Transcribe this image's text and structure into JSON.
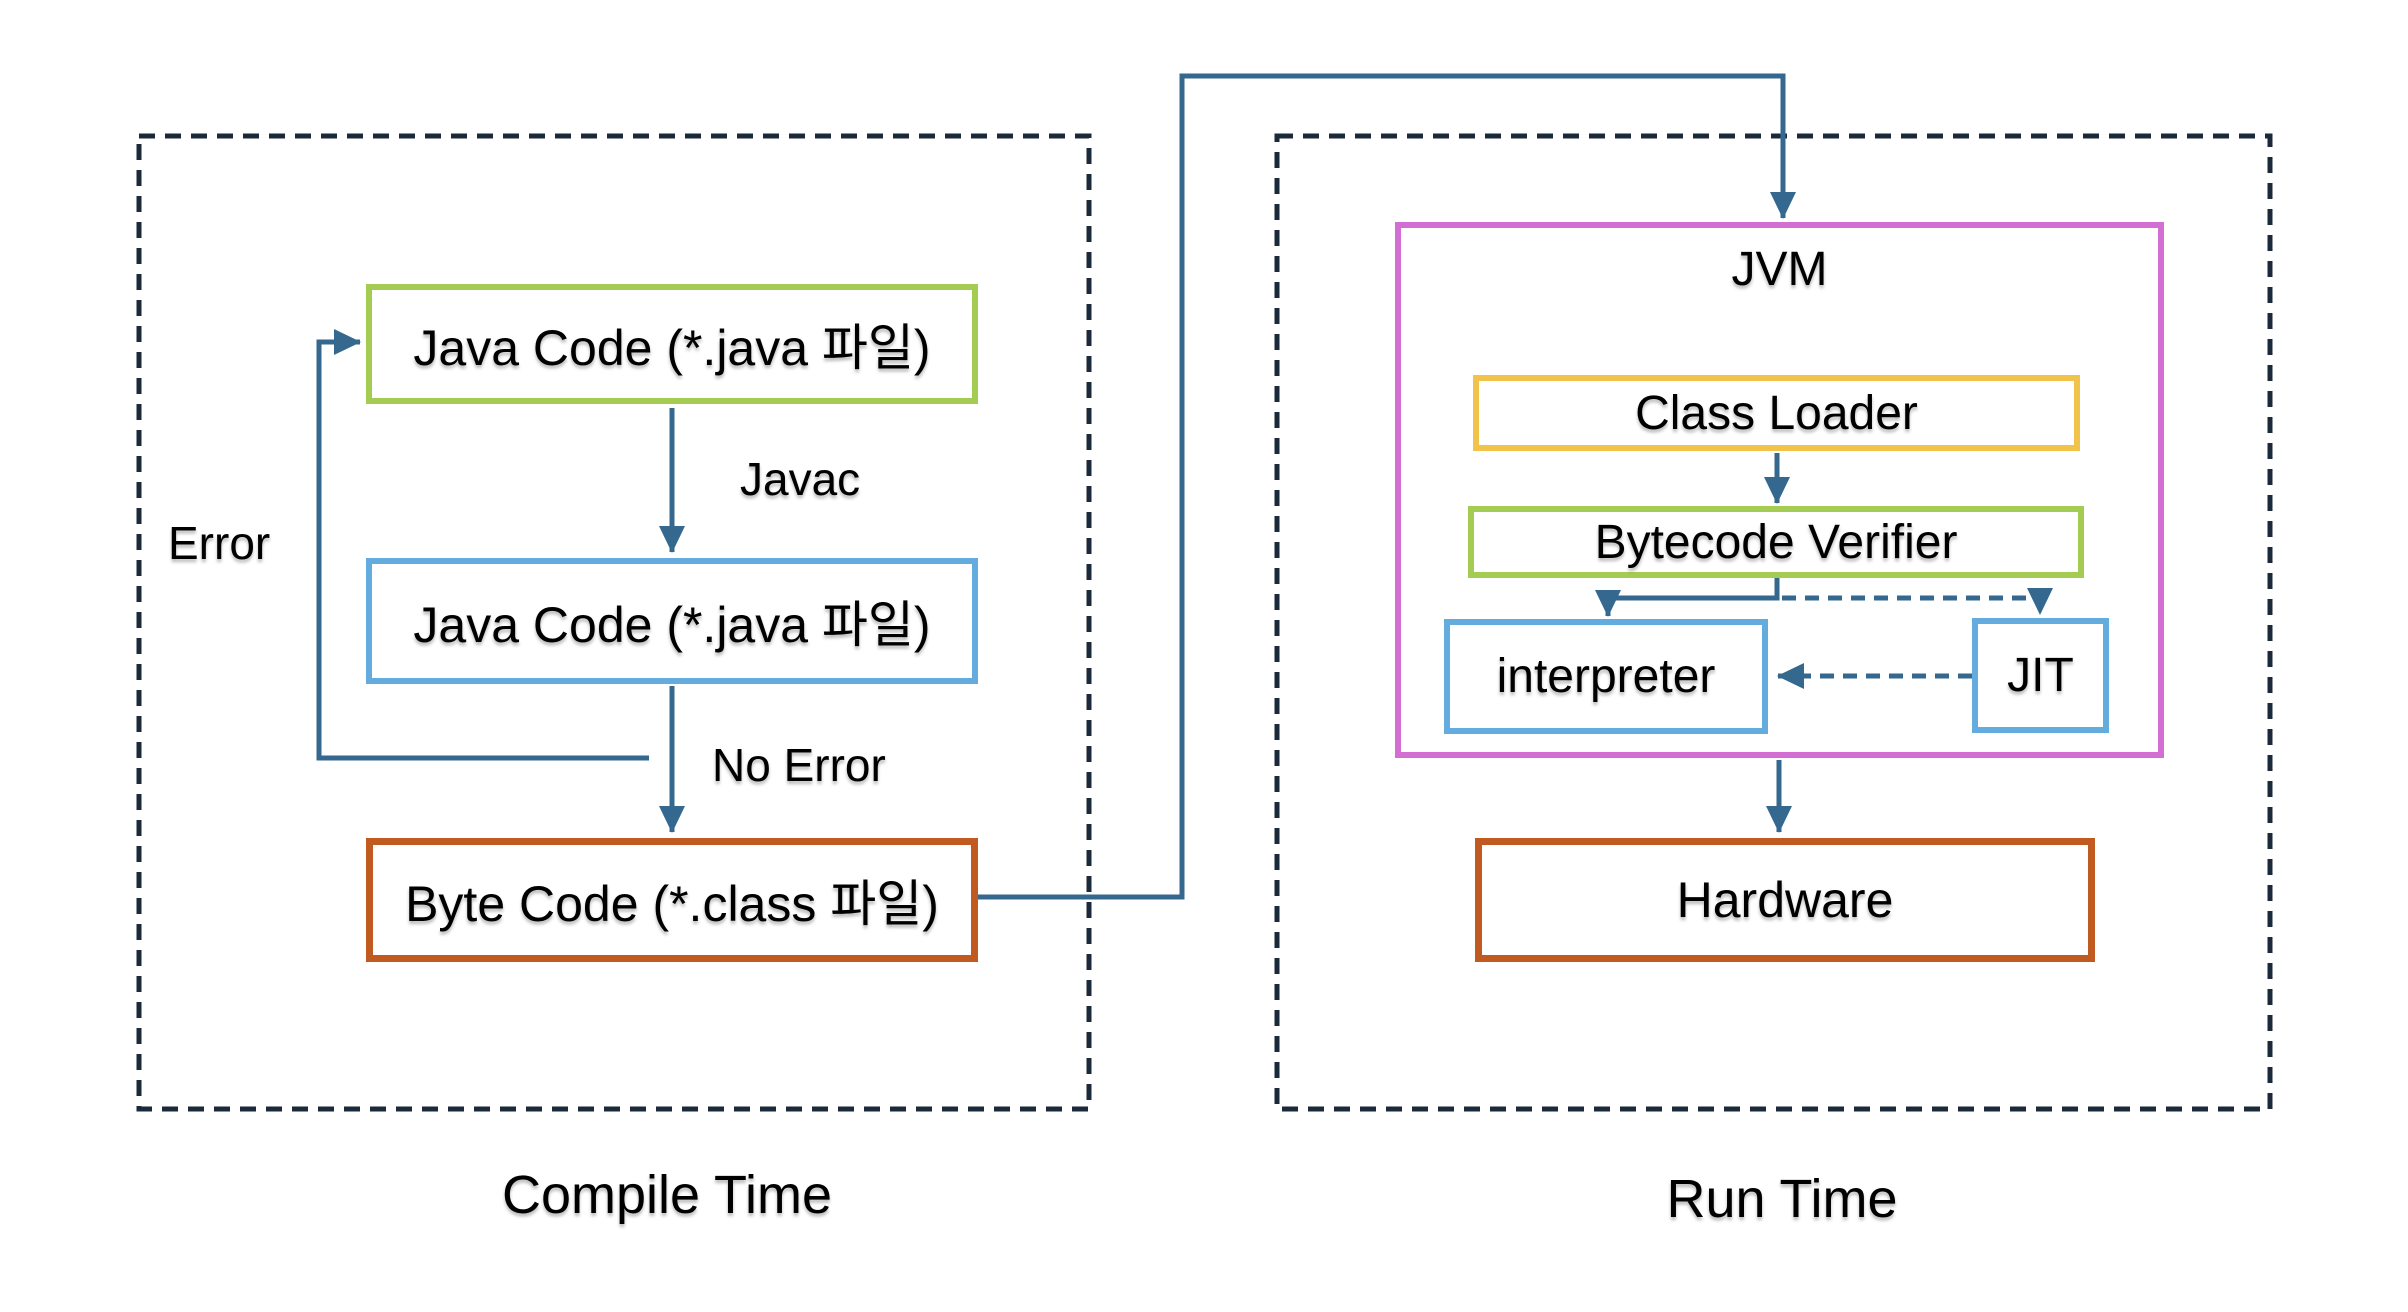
{
  "diagram": {
    "sections": {
      "compile": {
        "label": "Compile Time"
      },
      "run": {
        "label": "Run Time"
      }
    },
    "nodes": {
      "java_source": {
        "label": "Java Code (*.java 파일)"
      },
      "java_compiled": {
        "label": "Java Code (*.java 파일)"
      },
      "byte_code": {
        "label": "Byte Code (*.class 파일)"
      },
      "jvm": {
        "label": "JVM"
      },
      "class_loader": {
        "label": "Class Loader"
      },
      "bytecode_verifier": {
        "label": "Bytecode Verifier"
      },
      "interpreter": {
        "label": "interpreter"
      },
      "jit": {
        "label": "JIT"
      },
      "hardware": {
        "label": "Hardware"
      }
    },
    "edges": {
      "javac": {
        "label": "Javac"
      },
      "no_error": {
        "label": "No Error"
      },
      "error": {
        "label": "Error"
      }
    },
    "colors": {
      "line": "#35688E",
      "frame": "#1B2A3A",
      "green": "#A4CC52",
      "blue": "#64ABDE",
      "yellow": "#F2C34A",
      "magenta": "#D36FD3",
      "rust": "#C05A21",
      "text": "#000000",
      "background": "#FFFFFF"
    }
  }
}
